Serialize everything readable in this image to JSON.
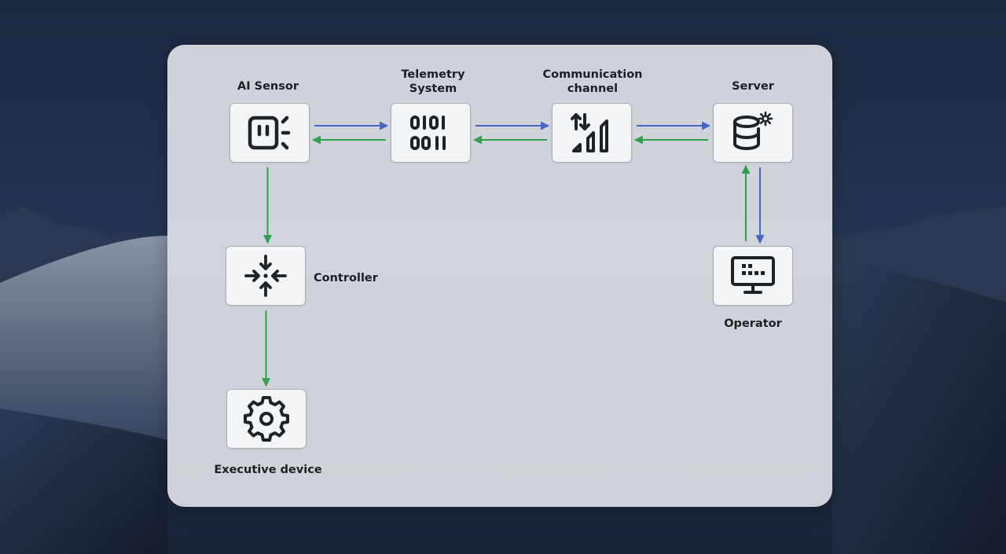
{
  "colors": {
    "forward": "#4466c2",
    "backward": "#2ea04f",
    "icon": "#1f2226"
  },
  "nodes": {
    "ai_sensor": {
      "label": "AI Sensor",
      "icon": "sensor-icon"
    },
    "telemetry": {
      "label": "Telemetry\nSystem",
      "icon": "binary-icon"
    },
    "channel": {
      "label": "Communication\nchannel",
      "icon": "signal-icon"
    },
    "server": {
      "label": "Server",
      "icon": "database-gear-icon"
    },
    "controller": {
      "label": "Controller",
      "icon": "converge-icon"
    },
    "executive": {
      "label": "Executive device",
      "icon": "gear-icon"
    },
    "operator": {
      "label": "Operator",
      "icon": "monitor-icon"
    }
  },
  "edges": [
    {
      "from": "ai_sensor",
      "to": "telemetry",
      "color": "forward"
    },
    {
      "from": "telemetry",
      "to": "ai_sensor",
      "color": "backward"
    },
    {
      "from": "telemetry",
      "to": "channel",
      "color": "forward"
    },
    {
      "from": "channel",
      "to": "telemetry",
      "color": "backward"
    },
    {
      "from": "channel",
      "to": "server",
      "color": "forward"
    },
    {
      "from": "server",
      "to": "channel",
      "color": "backward"
    },
    {
      "from": "server",
      "to": "operator",
      "color": "forward"
    },
    {
      "from": "operator",
      "to": "server",
      "color": "backward"
    },
    {
      "from": "ai_sensor",
      "to": "controller",
      "color": "backward"
    },
    {
      "from": "controller",
      "to": "executive",
      "color": "backward"
    }
  ]
}
